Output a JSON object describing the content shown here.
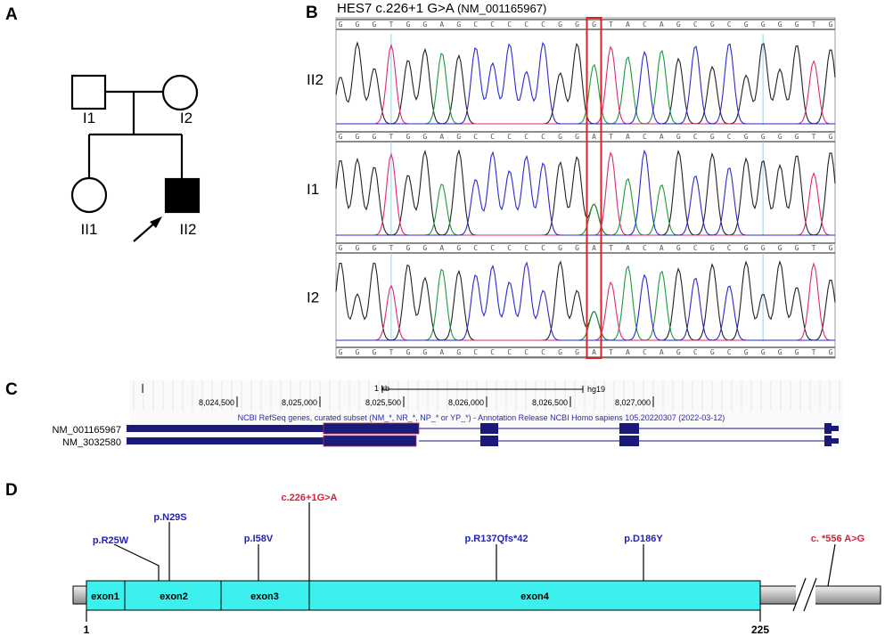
{
  "panels": {
    "a": "A",
    "b": "B",
    "c": "C",
    "d": "D"
  },
  "pedigree": {
    "members": [
      {
        "id": "I1",
        "sex": "male",
        "affected": false
      },
      {
        "id": "I2",
        "sex": "female",
        "affected": false
      },
      {
        "id": "II1",
        "sex": "female",
        "affected": false
      },
      {
        "id": "II2",
        "sex": "male",
        "affected": true,
        "proband": true
      }
    ],
    "labels": {
      "i1": "I1",
      "i2": "I2",
      "ii1": "II1",
      "ii2": "II2"
    }
  },
  "chromatogram": {
    "title": "HES7 c.226+1 G>A",
    "transcript": "(NM_001165967)",
    "reference_seq": [
      "G",
      "G",
      "G",
      "T",
      "G",
      "G",
      "A",
      "G",
      "C",
      "C",
      "C",
      "C",
      "C",
      "G",
      "G",
      "G",
      "T",
      "A",
      "C",
      "A",
      "G",
      "C",
      "G",
      "C",
      "G",
      "G",
      "G",
      "G",
      "T",
      "G"
    ],
    "sample_seq": [
      "G",
      "G",
      "G",
      "T",
      "G",
      "G",
      "A",
      "G",
      "C",
      "C",
      "C",
      "C",
      "C",
      "G",
      "G",
      "A",
      "T",
      "A",
      "C",
      "A",
      "G",
      "C",
      "G",
      "C",
      "G",
      "G",
      "G",
      "G",
      "T",
      "G"
    ],
    "samples": [
      "II2",
      "I1",
      "I2"
    ],
    "colors": {
      "G": "#222222",
      "A": "#1d9a3a",
      "T": "#e0277a",
      "C": "#2a2ad0"
    },
    "highlight_color": "#e02020"
  },
  "browser": {
    "scale_label": "1 kb",
    "assembly": "hg19",
    "ticks": [
      "8,024,500",
      "8,025,000",
      "8,025,500",
      "8,026,000",
      "8,026,500",
      "8,027,000"
    ],
    "track_label": "NCBI RefSeq genes, curated subset (NM_*, NR_*, NP_* or YP_*) - Annotation Release NCBI Homo sapiens 105.20220307 (2022-03-12)",
    "transcripts": [
      "NM_001165967",
      "NM_3032580"
    ],
    "track_color": "#1a1a7a"
  },
  "protein": {
    "exons": [
      "exon1",
      "exon2",
      "exon3",
      "exon4"
    ],
    "start": "1",
    "end": "225",
    "bar_color": "#3cf0ee",
    "variants": [
      {
        "label": "p.R25W",
        "type": "missense"
      },
      {
        "label": "p.N29S",
        "type": "missense"
      },
      {
        "label": "p.I58V",
        "type": "missense"
      },
      {
        "label": "c.226+1G>A",
        "type": "splice"
      },
      {
        "label": "p.R137Qfs*42",
        "type": "frameshift"
      },
      {
        "label": "p.D186Y",
        "type": "missense"
      },
      {
        "label": "c. *556 A>G",
        "type": "utr"
      }
    ],
    "variant_colors": {
      "coding": "#1f1fc8",
      "highlight": "#d8203c"
    }
  }
}
